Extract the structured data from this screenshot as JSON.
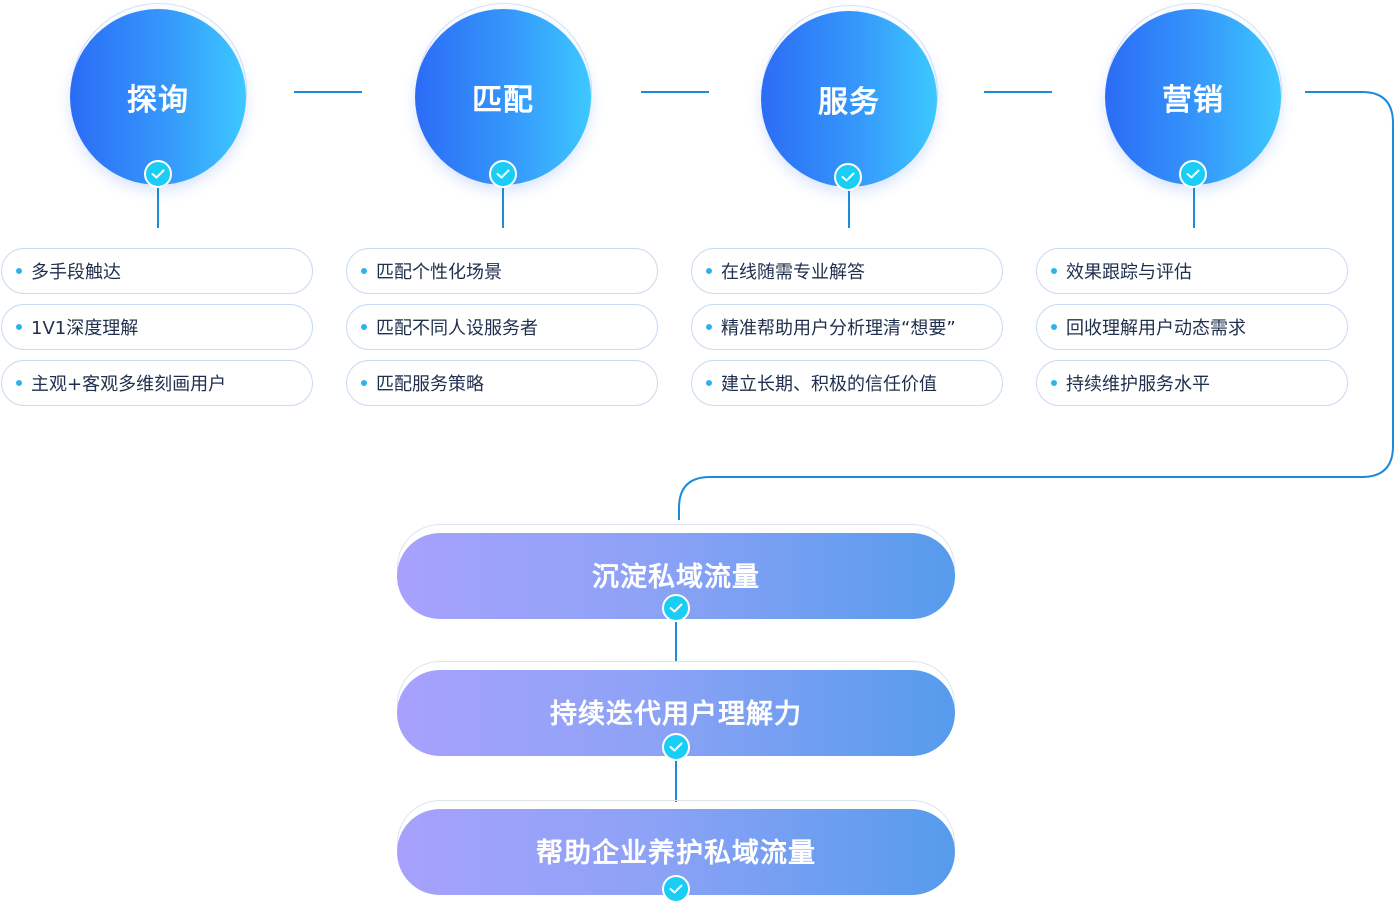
{
  "stages": [
    {
      "title": "探询",
      "items": [
        "多手段触达",
        "1V1深度理解",
        "主观+客观多维刻画用户"
      ]
    },
    {
      "title": "匹配",
      "items": [
        "匹配个性化场景",
        "匹配不同人设服务者",
        "匹配服务策略"
      ]
    },
    {
      "title": "服务",
      "items": [
        "在线随需专业解答",
        "精准帮助用户分析理清“想要”",
        "建立长期、积极的信任价值"
      ]
    },
    {
      "title": "营销",
      "items": [
        "效果跟踪与评估",
        "回收理解用户动态需求",
        "持续维护服务水平"
      ]
    }
  ],
  "outcomes": [
    "沉淀私域流量",
    "持续迭代用户理解力",
    "帮助企业养护私域流量"
  ],
  "colors": {
    "circle_gradient": [
      "#2b6cf6",
      "#3dc8ff"
    ],
    "bar_gradient": [
      "#a7a1fd",
      "#569bec"
    ],
    "check": "#19cdf4",
    "connector": "#1d8bd9"
  },
  "icons": {
    "check": "check-icon",
    "bullet": "bullet-dot-icon"
  }
}
